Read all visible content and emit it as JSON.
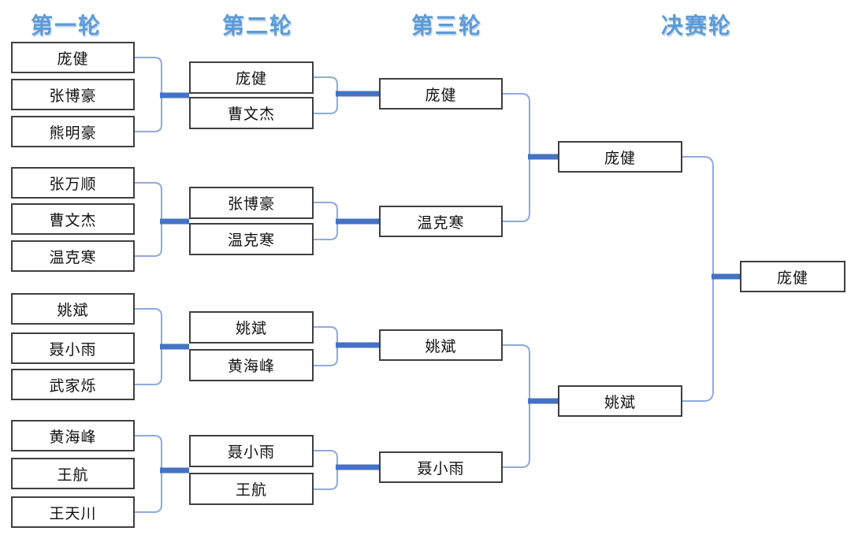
{
  "headers": [
    "第一轮",
    "第二轮",
    "第三轮",
    "决赛轮"
  ],
  "bracket": {
    "round1_groups": [
      [
        "庞健",
        "张博豪",
        "熊明豪"
      ],
      [
        "张万顺",
        "曹文杰",
        "温克寒"
      ],
      [
        "姚斌",
        "聂小雨",
        "武家烁"
      ],
      [
        "黄海峰",
        "王航",
        "王天川"
      ]
    ],
    "round2_pairs": [
      [
        "庞健",
        "曹文杰"
      ],
      [
        "张博豪",
        "温克寒"
      ],
      [
        "姚斌",
        "黄海峰"
      ],
      [
        "聂小雨",
        "王航"
      ]
    ],
    "round3_winners": [
      "庞健",
      "温克寒",
      "姚斌",
      "聂小雨"
    ],
    "semifinal_winners": [
      "庞健",
      "姚斌"
    ],
    "champion": "庞健"
  },
  "colors": {
    "header_text": "#5B9BD5",
    "thick_connector": "#4472C4",
    "thin_connector": "#8FAADC",
    "box_border": "#3F3F3F"
  }
}
